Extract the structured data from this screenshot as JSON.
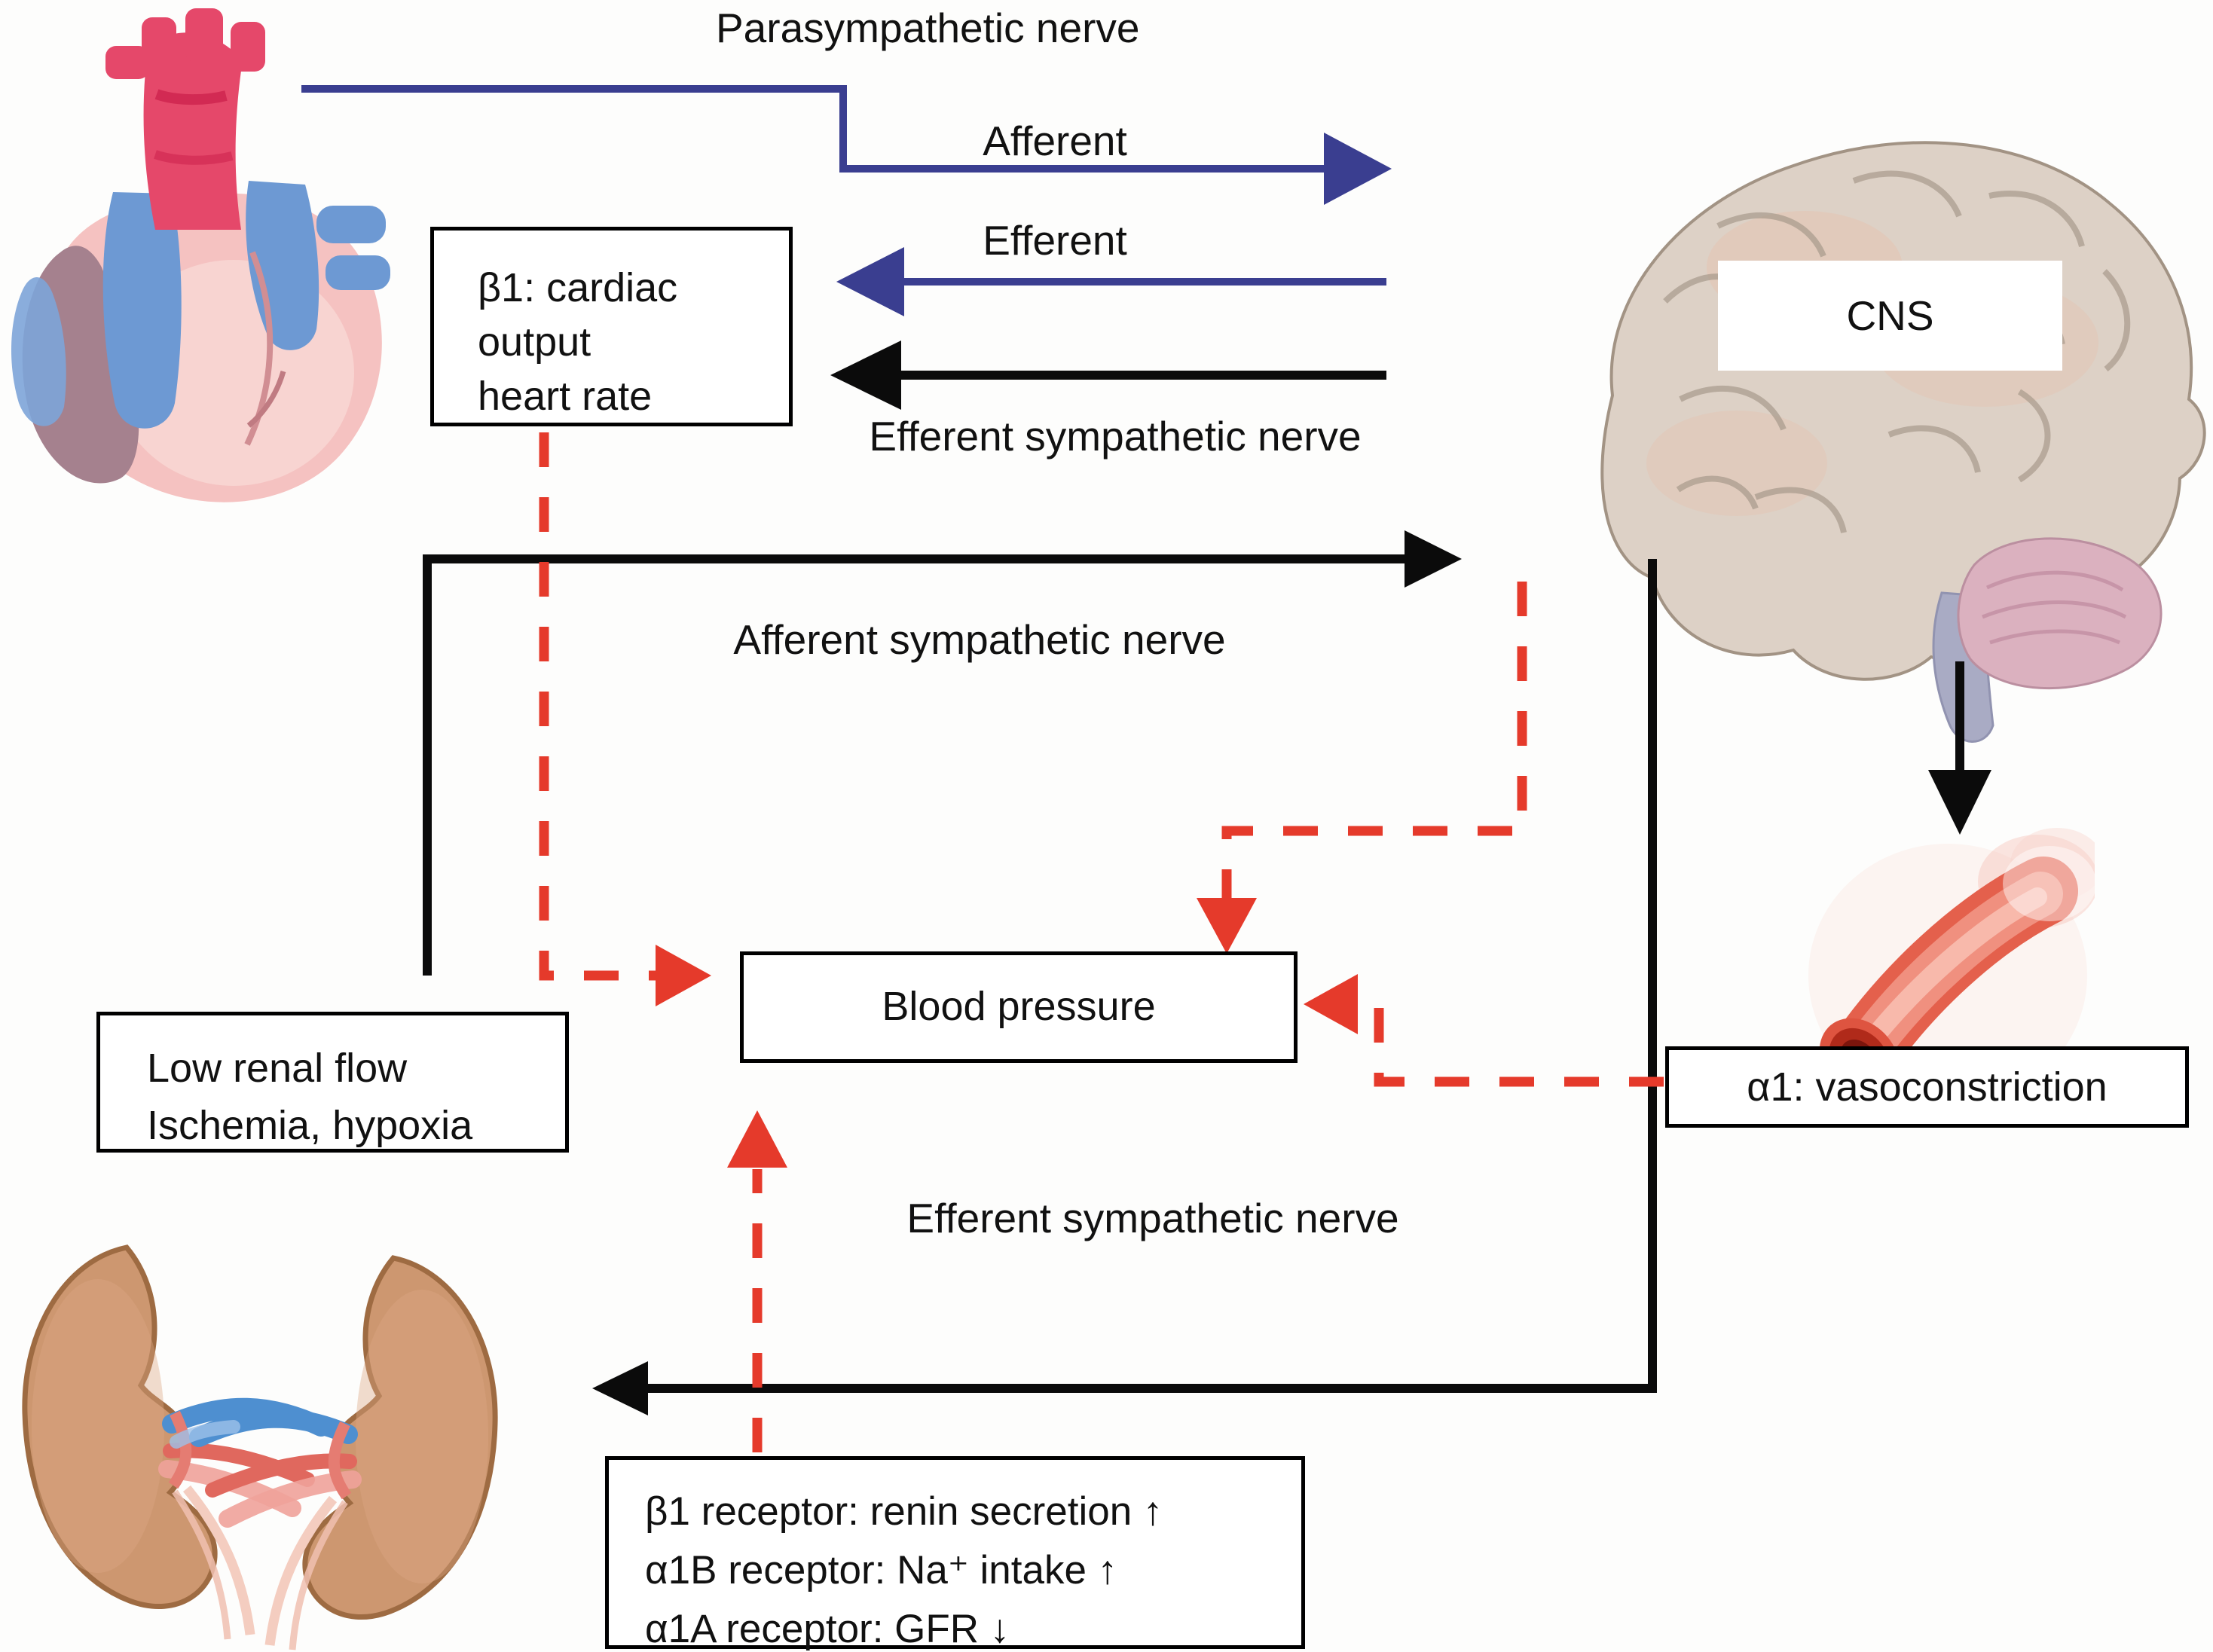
{
  "colors": {
    "ink": "#111111",
    "navy": "#3a3e90",
    "red": "#e53a2b",
    "box-bg": "#ffffff",
    "canvas-bg": "#fdfdfc",
    "heart-pink": "#f5c2c1",
    "heart-red": "#e5486a",
    "heart-blue": "#6d99d3",
    "heart-mauve": "#a5818e",
    "brain-beige": "#ddd1c6",
    "cerebellum-pink": "#dbb1bf",
    "brainstem-gray": "#a9abc4",
    "vessel-red": "#e4604c",
    "vessel-dark": "#7c150c",
    "kidney-tan": "#cd9770"
  },
  "labels": {
    "parasympathetic": "Parasympathetic nerve",
    "afferent": "Afferent",
    "efferent": "Efferent",
    "efferent_sympathetic_top": "Efferent sympathetic nerve",
    "afferent_sympathetic": "Afferent sympathetic nerve",
    "efferent_sympathetic_bottom": "Efferent sympathetic nerve"
  },
  "boxes": {
    "beta1": {
      "lines": [
        "β1: cardiac",
        "output",
        "heart rate"
      ]
    },
    "cns": {
      "label": "CNS"
    },
    "blood_pressure": {
      "label": "Blood pressure"
    },
    "low_renal": {
      "lines": [
        "Low renal flow",
        "Ischemia, hypoxia"
      ]
    },
    "alpha1": {
      "label": "α1: vasoconstriction"
    },
    "receptors": {
      "lines": [
        "β1 receptor: renin secretion ↑",
        "α1B receptor: Na⁺ intake ↑",
        "α1A receptor: GFR ↓"
      ]
    }
  }
}
